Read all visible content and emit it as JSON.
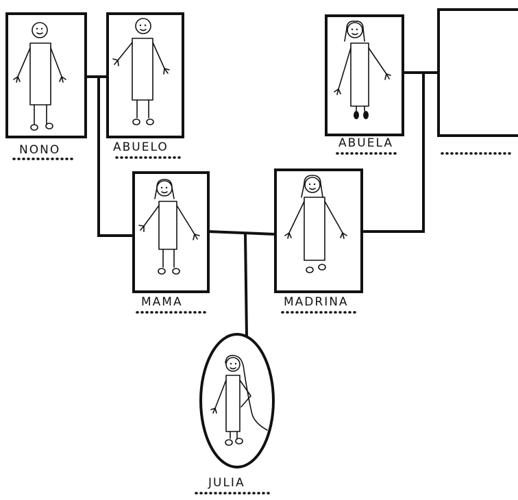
{
  "members": [
    {
      "id": "nono",
      "label": "NONO"
    },
    {
      "id": "abuelo",
      "label": "ABUELO"
    },
    {
      "id": "abuela",
      "label": "ABUELA"
    },
    {
      "id": "unknown",
      "label": ""
    },
    {
      "id": "mama",
      "label": "MAMA"
    },
    {
      "id": "madrina",
      "label": "MADRINA"
    },
    {
      "id": "julia",
      "label": "JULIA"
    }
  ]
}
